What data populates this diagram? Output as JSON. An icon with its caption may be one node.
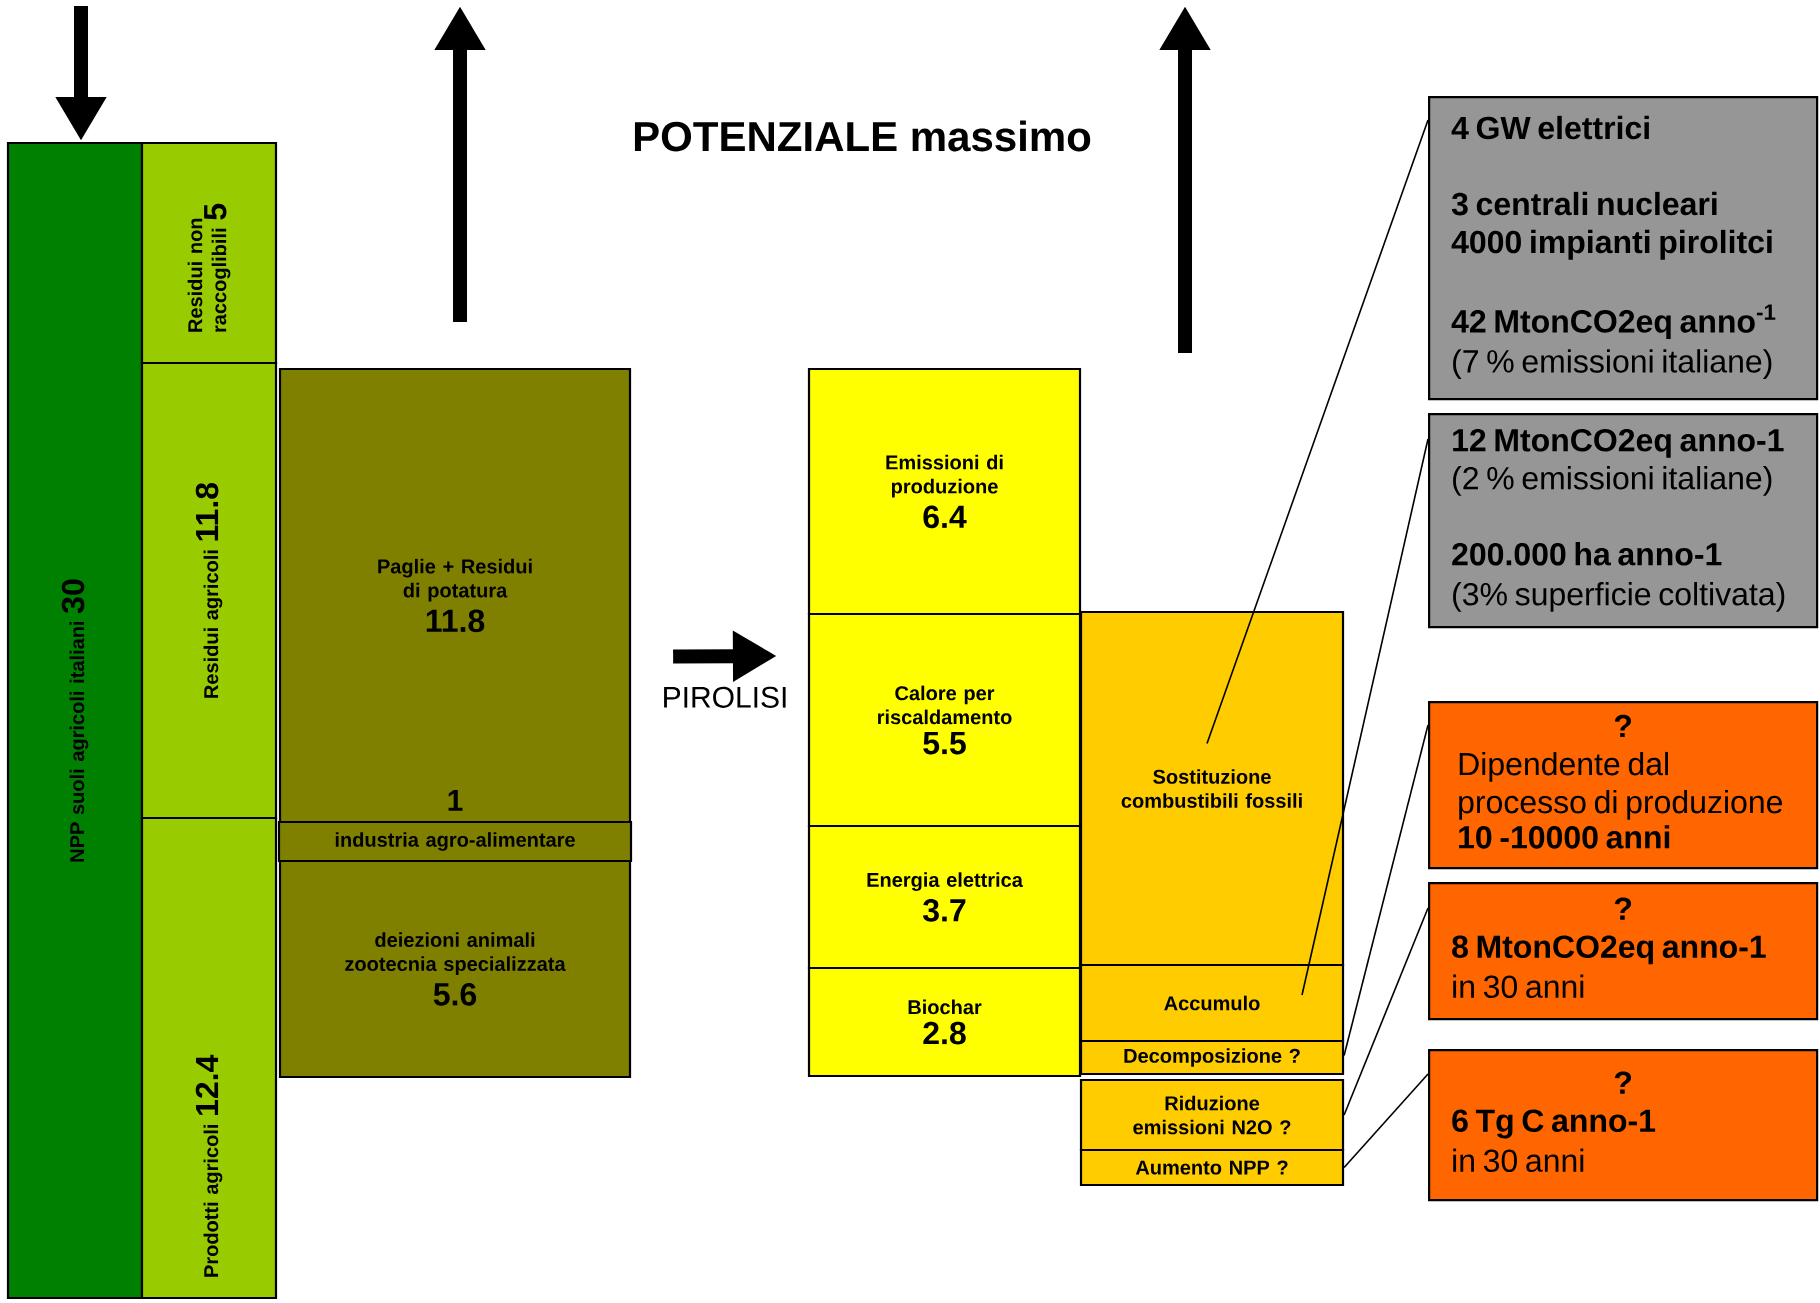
{
  "diagram": {
    "title": "POTENZIALE massimo",
    "nodes": [
      {
        "text": [
          "NPP suoli agricoli italiani",
          "30"
        ]
      },
      {
        "text": [
          "Residui non raccoglibili",
          "5"
        ]
      },
      {
        "text": [
          "Residui agricoli",
          "11.8"
        ]
      },
      {
        "text": [
          "Prodotti agricoli",
          "12.4"
        ]
      },
      {
        "text": [
          "Paglie + Residui di potatura",
          "11.8",
          "1"
        ]
      },
      {
        "text": [
          "industria agro-alimentare"
        ]
      },
      {
        "text": [
          "deiezioni animali zootecnia specializzata",
          "5.6"
        ]
      },
      {
        "text": [
          "Emissioni di produzione",
          "6.4"
        ]
      },
      {
        "text": [
          "Calore per riscaldamento",
          "5.5"
        ]
      },
      {
        "text": [
          "Energia elettrica",
          "3.7"
        ]
      },
      {
        "text": [
          "Biochar",
          "2.8"
        ]
      },
      {
        "text": [
          "Sostituzione combustibili fossili"
        ]
      },
      {
        "text": [
          "Accumulo"
        ]
      },
      {
        "text": [
          "Decomposizione ?"
        ]
      },
      {
        "text": [
          "Riduzione emissioni N2O ?"
        ]
      },
      {
        "text": [
          "Aumento NPP ?"
        ]
      },
      {
        "text": [
          "4 GW elettrici",
          "3 centrali nucleari",
          "4000 impianti pirolitci",
          "42 MtonCO2eq anno$^{-1}$",
          "(7 % emissioni italiane)"
        ]
      },
      {
        "text": [
          "12 MtonCO2eq anno-1",
          "(2 % emissioni italiane)",
          "200.000 ha anno-1",
          "(3% superficie coltivata)"
        ]
      },
      {
        "text": [
          "?",
          "Dipendente dal processo di produzione",
          "10 -10000 anni"
        ]
      },
      {
        "text": [
          "?",
          "8 MtonCO2eq anno-1",
          "in 30 anni"
        ]
      },
      {
        "text": [
          "?",
          "6 Tg C anno-1",
          "in 30 anni"
        ]
      }
    ],
    "edges": [
      {
        "from": null,
        "to": 0,
        "arrow": "to",
        "style": "thick"
      },
      {
        "from": 4,
        "to": null,
        "arrow": "to",
        "style": "thick"
      },
      {
        "from": 4,
        "to": 8,
        "arrow": "to",
        "style": "thick",
        "label": "PIROLISI"
      },
      {
        "from": 11,
        "to": 16,
        "arrow": "none"
      },
      {
        "from": 12,
        "to": 17,
        "arrow": "none"
      },
      {
        "from": 13,
        "to": 18,
        "arrow": "none"
      },
      {
        "from": 14,
        "to": 19,
        "arrow": "none"
      },
      {
        "from": 15,
        "to": 20,
        "arrow": "none"
      }
    ]
  }
}
